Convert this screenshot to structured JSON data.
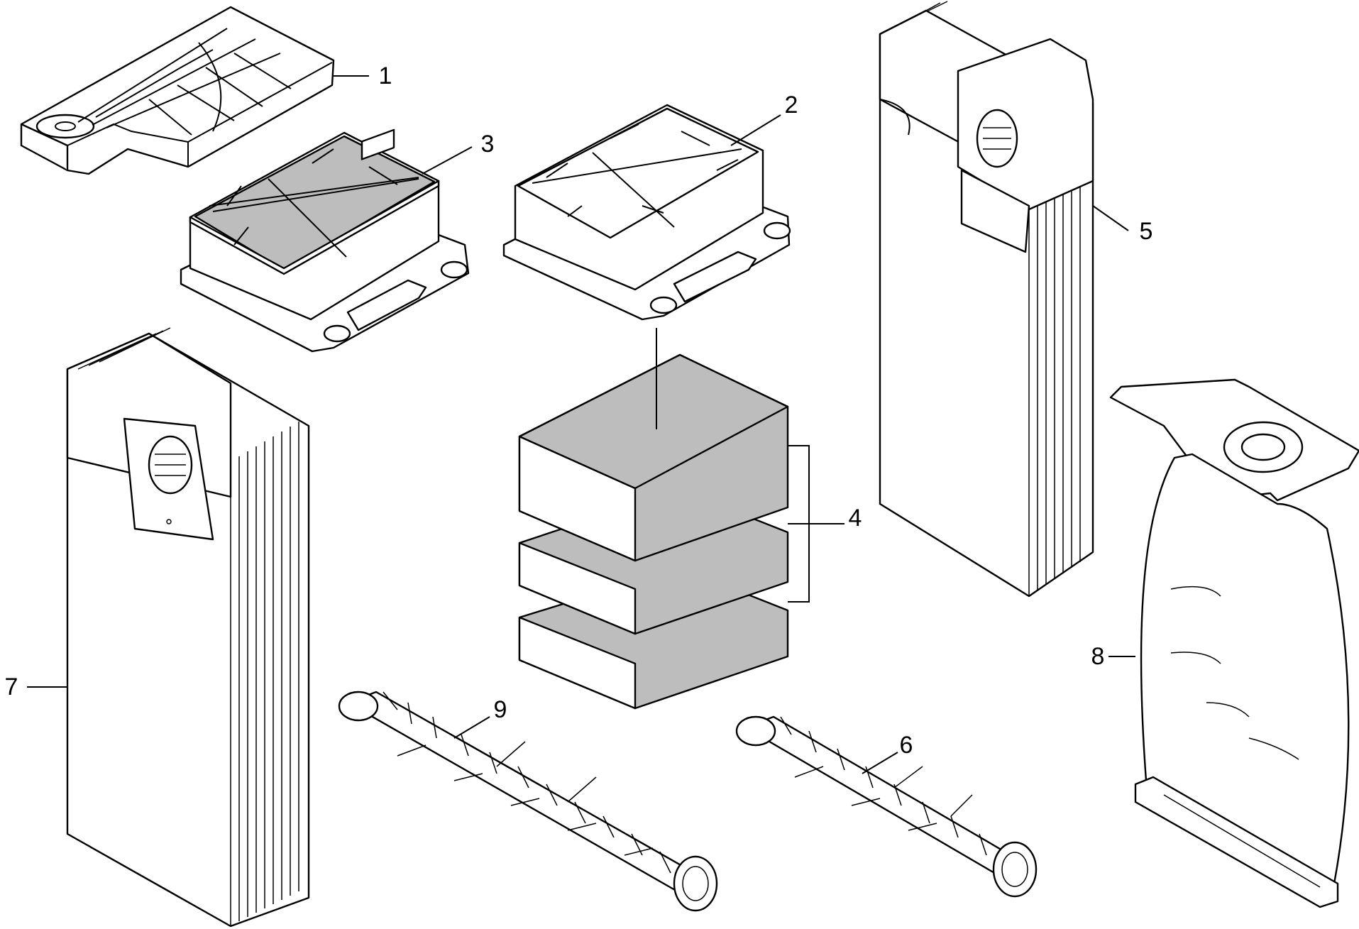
{
  "diagram": {
    "callouts": [
      {
        "id": "c1",
        "number": "1"
      },
      {
        "id": "c2",
        "number": "2"
      },
      {
        "id": "c3",
        "number": "3"
      },
      {
        "id": "c4",
        "number": "4"
      },
      {
        "id": "c5",
        "number": "5"
      },
      {
        "id": "c6",
        "number": "6"
      },
      {
        "id": "c7",
        "number": "7"
      },
      {
        "id": "c8",
        "number": "8"
      },
      {
        "id": "c9",
        "number": "9"
      }
    ]
  }
}
